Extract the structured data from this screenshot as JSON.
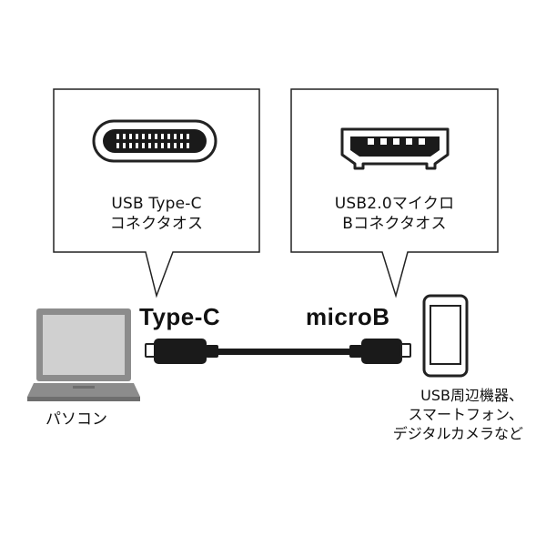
{
  "callouts": {
    "left": {
      "line1": "USB Type-C",
      "line2": "コネクタオス",
      "connector_icon": "usb-type-c-port-icon"
    },
    "right": {
      "line1": "USB2.0マイクロ",
      "line2": "Bコネクタオス",
      "connector_icon": "usb-micro-b-port-icon"
    }
  },
  "cable": {
    "left_end_label": "Type-C",
    "right_end_label": "microB"
  },
  "devices": {
    "left": {
      "label": "パソコン",
      "icon": "laptop-icon"
    },
    "right": {
      "line1": "USB周辺機器、",
      "line2": "スマートフォン、",
      "line3": "デジタルカメラなど",
      "icon": "smartphone-icon"
    }
  },
  "colors": {
    "outline": "#222222",
    "laptop_body": "#8c8c8c",
    "laptop_screen": "#d0d0d0",
    "cable": "#1a1a1a"
  }
}
